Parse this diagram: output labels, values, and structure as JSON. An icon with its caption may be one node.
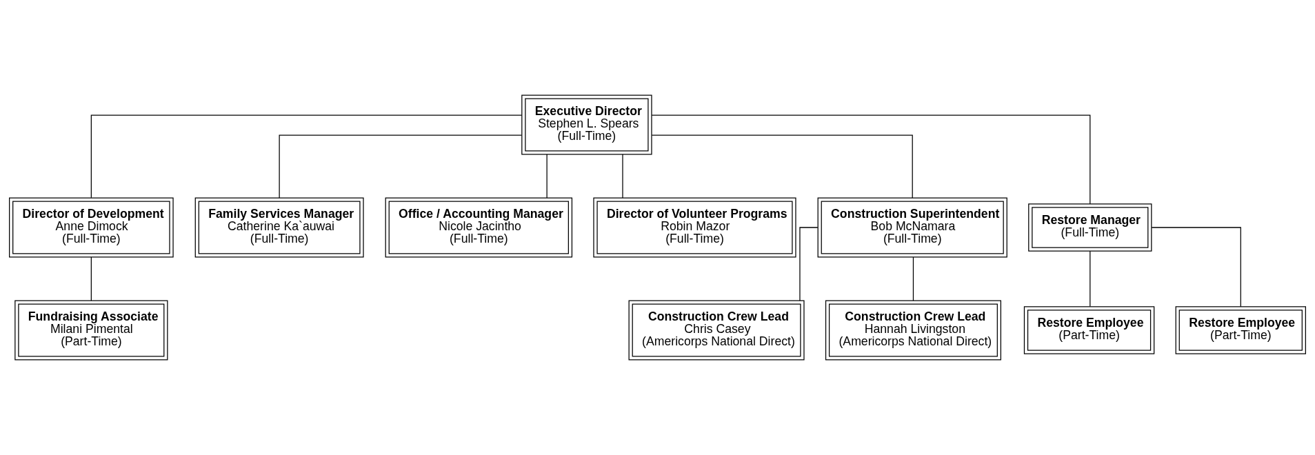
{
  "diagram": {
    "nodes": [
      {
        "text": [
          "Executive Director",
          "Stephen L. Spears",
          "(Full-Time)"
        ]
      },
      {
        "text": [
          "Director of Development",
          "Anne Dimock",
          "(Full-Time)"
        ]
      },
      {
        "text": [
          "Family Services Manager",
          "Catherine Ka`auwai",
          "(Full-Time)"
        ]
      },
      {
        "text": [
          "Office / Accounting Manager",
          "Nicole Jacintho",
          "(Full-Time)"
        ]
      },
      {
        "text": [
          "Director of Volunteer Programs",
          "Robin Mazor",
          "(Full-Time)"
        ]
      },
      {
        "text": [
          "Construction Superintendent",
          "Bob McNamara",
          "(Full-Time)"
        ]
      },
      {
        "text": [
          "Restore Manager",
          "(Full-Time)"
        ]
      },
      {
        "text": [
          "Fundraising Associate",
          "Milani Pimental",
          "(Part-Time)"
        ]
      },
      {
        "text": [
          "Construction Crew Lead",
          "Chris Casey",
          "(Americorps National Direct)"
        ]
      },
      {
        "text": [
          "Construction Crew Lead",
          "Hannah Livingston",
          "(Americorps National Direct)"
        ]
      },
      {
        "text": [
          "Restore Employee",
          "(Part-Time)"
        ]
      },
      {
        "text": [
          "Restore Employee",
          "(Part-Time)"
        ]
      }
    ],
    "edges": [
      {
        "from": 0,
        "to": 1,
        "arrow": "none"
      },
      {
        "from": 0,
        "to": 2,
        "arrow": "none"
      },
      {
        "from": 0,
        "to": 3,
        "arrow": "none"
      },
      {
        "from": 0,
        "to": 4,
        "arrow": "none"
      },
      {
        "from": 0,
        "to": 5,
        "arrow": "none"
      },
      {
        "from": 0,
        "to": 6,
        "arrow": "none"
      },
      {
        "from": 1,
        "to": 7,
        "arrow": "none"
      },
      {
        "from": 5,
        "to": 8,
        "arrow": "none"
      },
      {
        "from": 5,
        "to": 9,
        "arrow": "none"
      },
      {
        "from": 6,
        "to": 10,
        "arrow": "none"
      },
      {
        "from": 6,
        "to": 11,
        "arrow": "none"
      }
    ]
  }
}
